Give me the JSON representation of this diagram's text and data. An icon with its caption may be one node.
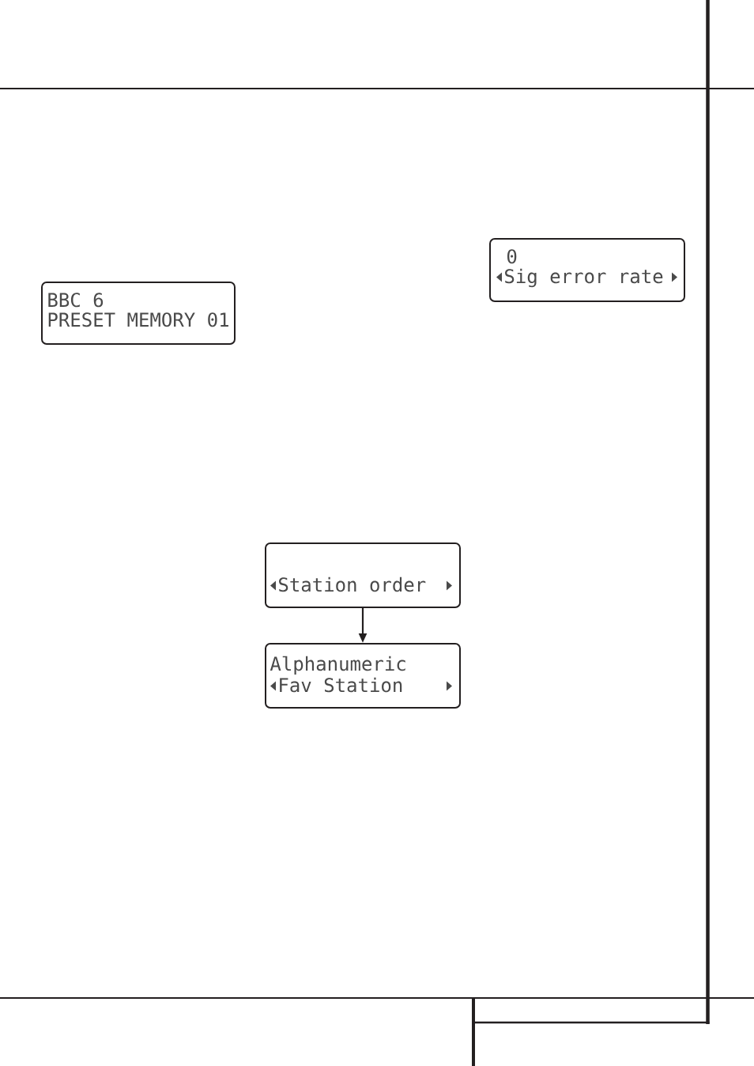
{
  "diagram": {
    "nodes": [
      {
        "text": [
          "BBC 6",
          "PRESET MEMORY 01"
        ]
      },
      {
        "text": [
          "0",
          "Sig error rate"
        ]
      },
      {
        "text": [
          "Station order"
        ]
      },
      {
        "text": [
          "Alphanumeric",
          "Fav Station"
        ]
      }
    ],
    "edges": [
      {
        "from": 2,
        "to": 3,
        "arrow": "to"
      }
    ]
  }
}
